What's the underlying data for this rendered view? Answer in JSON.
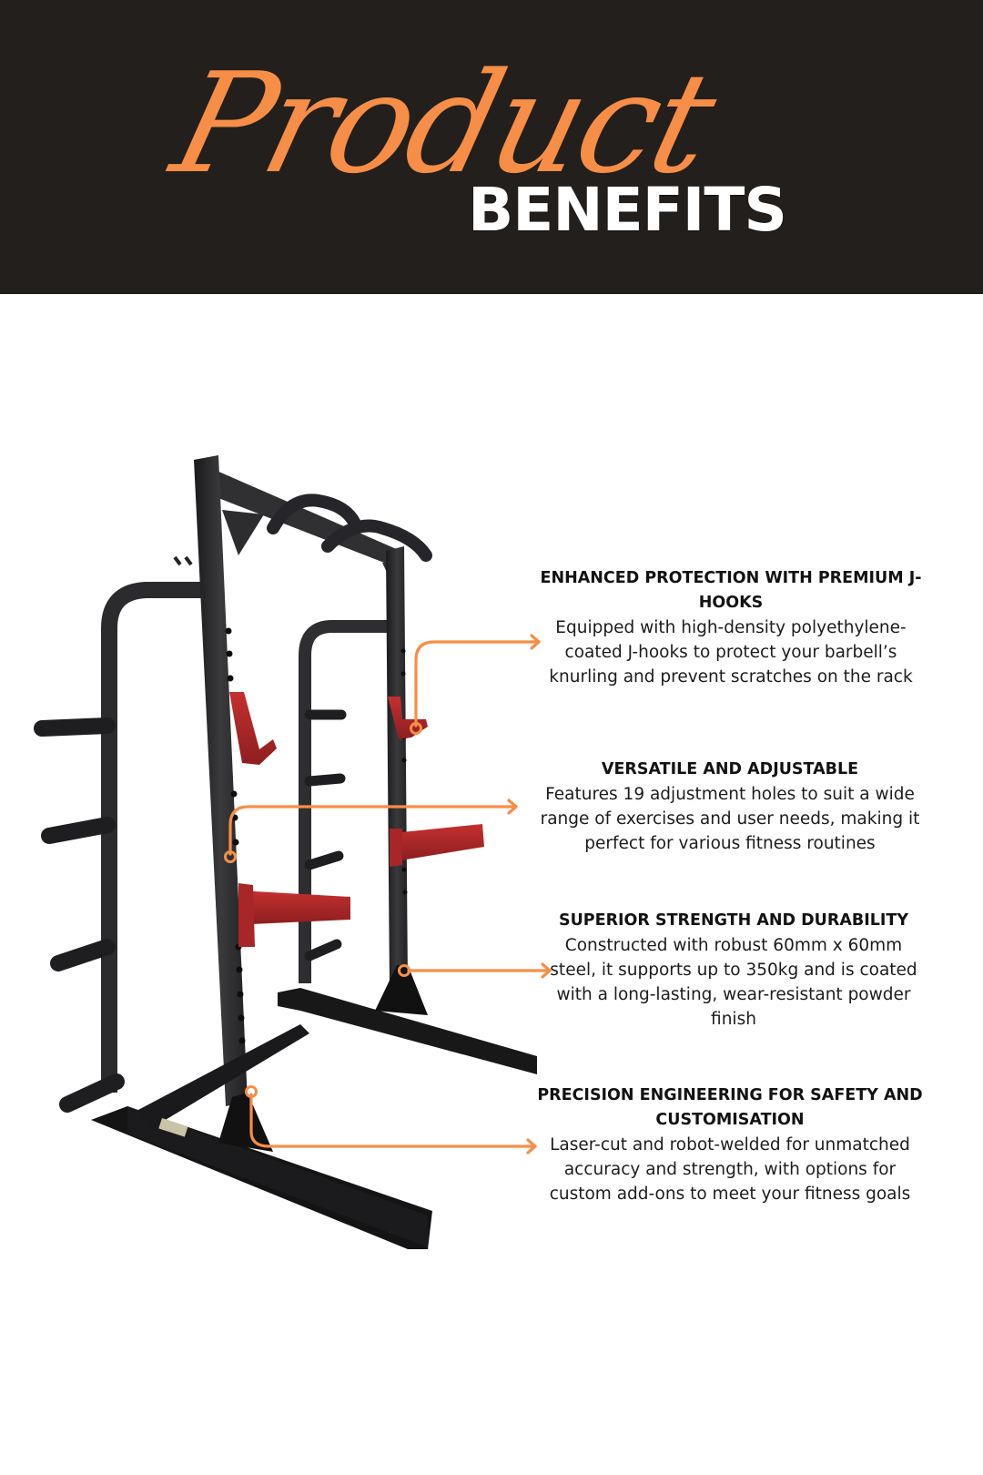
{
  "header": {
    "script_title": "Product",
    "bold_title": "BENEFITS",
    "background_color": "#231f1c",
    "accent_color": "#f68e47",
    "title_color": "#ffffff"
  },
  "product_image": {
    "subject": "half-rack-power-rack",
    "frame_color": "#2b2b2d",
    "accessory_color": "#b3262b"
  },
  "callout_color": "#f68e47",
  "benefits": [
    {
      "title": "ENHANCED PROTECTION WITH PREMIUM J-HOOKS",
      "description": "Equipped with high-density polyethylene-coated J-hooks to protect your barbell’s knurling and prevent scratches on the rack",
      "points_to": "j-hook"
    },
    {
      "title": "VERSATILE AND ADJUSTABLE",
      "description": "Features 19 adjustment holes to suit a wide range of exercises and user needs, making it perfect for various fitness routines",
      "points_to": "adjustment-holes"
    },
    {
      "title": "SUPERIOR STRENGTH AND DURABILITY",
      "description": "Constructed with robust 60mm x 60mm steel, it supports up to 350kg and is coated with a long-lasting, wear-resistant powder finish",
      "points_to": "upright-frame"
    },
    {
      "title": "PRECISION ENGINEERING FOR SAFETY AND CUSTOMISATION",
      "description": "Laser-cut and robot-welded for unmatched accuracy and strength, with options for custom add-ons to meet your fitness goals",
      "points_to": "welded-base"
    }
  ]
}
